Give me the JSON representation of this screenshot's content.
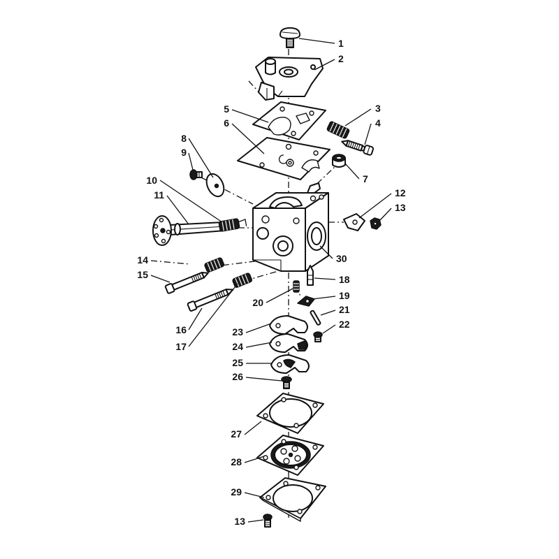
{
  "callouts": [
    "1",
    "2",
    "3",
    "4",
    "5",
    "6",
    "7",
    "8",
    "9",
    "10",
    "11",
    "12",
    "13",
    "14",
    "15",
    "16",
    "17",
    "18",
    "19",
    "20",
    "21",
    "22",
    "23",
    "24",
    "25",
    "26",
    "27",
    "28",
    "29",
    "13",
    "30"
  ]
}
